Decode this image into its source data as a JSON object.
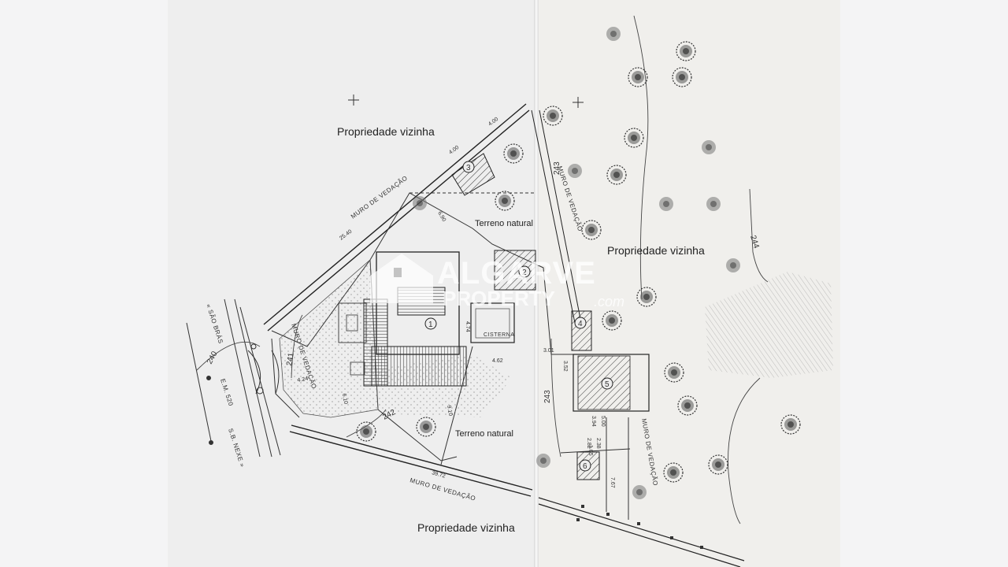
{
  "labels": {
    "neighbor_top": "Propriedade vizinha",
    "neighbor_right": "Propriedade vizinha",
    "neighbor_bottom": "Propriedade vizinha",
    "natural_terrain_top": "Terreno natural",
    "natural_terrain_bottom": "Terreno natural",
    "fence_wall_top": "MURO DE VEDAÇÃO",
    "fence_wall_inner": "MURO DE VEDAÇÃO",
    "fence_wall_right": "MURO DE VEDAÇÃO",
    "fence_wall_bottom": "MURO DE VEDAÇÃO",
    "fence_wall_right2": "MURO DE VEDAÇÃO",
    "cistern": "CISTERNA",
    "road_sao_bras": "« SÃO BRÁS",
    "road_em": "E.M. 520",
    "road_sb_nexe": "S.B. NEXE »"
  },
  "building_numbers": [
    "1",
    "2",
    "3",
    "4",
    "5",
    "6"
  ],
  "contours": [
    "240",
    "241",
    "242",
    "243",
    "243",
    "244"
  ],
  "dimensions": [
    "4.00",
    "4.00",
    "25.40",
    "6.90",
    "4.74",
    "4.62",
    "3.01",
    "3.52",
    "4.24",
    "6.10",
    "9.10",
    "39.72",
    "7.67",
    "3.94",
    "5.00",
    "2.82",
    "2.38",
    "1.05"
  ],
  "watermark": {
    "line1": "ALGARVE",
    "line2": "PROPERTY",
    "suffix": ".com"
  },
  "colors": {
    "ink": "#2a2a2a",
    "paper": "#eeeeee",
    "background": "#f4f4f5"
  }
}
